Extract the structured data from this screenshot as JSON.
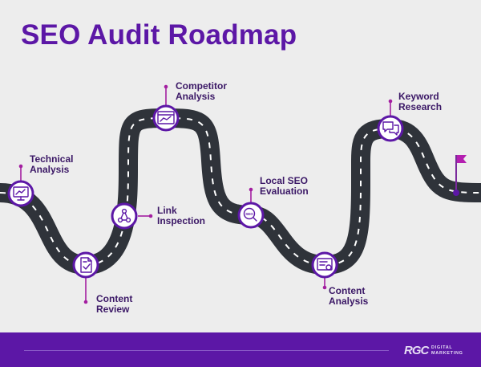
{
  "title": "SEO Audit Roadmap",
  "steps": [
    {
      "id": "technical-analysis",
      "icon": "presentation-screen-icon",
      "label_lines": [
        "Technical",
        "Analysis"
      ]
    },
    {
      "id": "content-review",
      "icon": "document-check-icon",
      "label_lines": [
        "Content",
        "Review"
      ]
    },
    {
      "id": "link-inspection",
      "icon": "network-nodes-icon",
      "label_lines": [
        "Link",
        "Inspection"
      ]
    },
    {
      "id": "competitor-analysis",
      "icon": "browser-dashboard-icon",
      "label_lines": [
        "Competitor",
        "Analysis"
      ]
    },
    {
      "id": "local-seo-evaluation",
      "icon": "seo-magnifier-icon",
      "label_lines": [
        "Local SEO",
        "Evaluation"
      ]
    },
    {
      "id": "content-analysis",
      "icon": "certificate-document-icon",
      "label_lines": [
        "Content",
        "Analysis"
      ]
    },
    {
      "id": "keyword-research",
      "icon": "speech-bubbles-icon",
      "label_lines": [
        "Keyword",
        "Research"
      ]
    }
  ],
  "finish_icon": "flag-icon",
  "footer": {
    "brand_mark": "RGC",
    "brand_name_lines": [
      "DIGITAL",
      "MARKETING"
    ]
  },
  "colors": {
    "title": "#5c17a6",
    "accent": "#a31ea0",
    "road": "#2f333a",
    "road_dash": "#ffffff",
    "label": "#3b1866",
    "background": "#ededed",
    "footer": "#5c17a6"
  }
}
